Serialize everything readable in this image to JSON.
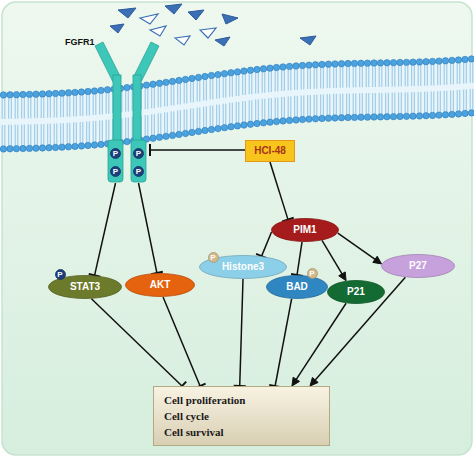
{
  "diagram": {
    "nodes": [
      {
        "text": [
          "FGFR1"
        ]
      },
      {
        "text": [
          "P"
        ],
        "in": 0
      },
      {
        "text": [
          "P"
        ],
        "in": 0
      },
      {
        "text": [
          "P"
        ],
        "in": 0
      },
      {
        "text": [
          "P"
        ],
        "in": 0
      },
      {
        "text": [
          "HCI-48"
        ]
      },
      {
        "text": [
          "PIM1"
        ]
      },
      {
        "text": [
          "Histone3"
        ]
      },
      {
        "text": [
          "P"
        ]
      },
      {
        "text": [
          "BAD"
        ]
      },
      {
        "text": [
          "P"
        ]
      },
      {
        "text": [
          "P21"
        ]
      },
      {
        "text": [
          "P27"
        ]
      },
      {
        "text": [
          "STAT3"
        ]
      },
      {
        "text": [
          "P"
        ]
      },
      {
        "text": [
          "AKT"
        ]
      },
      {
        "text": [
          "Cell proliferation",
          "Cell cycle",
          "Cell survival"
        ]
      }
    ],
    "edges": [
      {
        "from": 0,
        "to": 13,
        "arrow": "to"
      },
      {
        "from": 0,
        "to": 15,
        "arrow": "to"
      },
      {
        "from": 5,
        "to": 0,
        "arrow": "to"
      },
      {
        "from": 5,
        "to": 6,
        "arrow": "to"
      },
      {
        "from": 6,
        "to": 7,
        "arrow": "to"
      },
      {
        "from": 6,
        "to": 9,
        "arrow": "to"
      },
      {
        "from": 6,
        "to": 11,
        "arrow": "to"
      },
      {
        "from": 6,
        "to": 12,
        "arrow": "to"
      },
      {
        "from": 13,
        "to": 16,
        "arrow": "to"
      },
      {
        "from": 15,
        "to": 16,
        "arrow": "to"
      },
      {
        "from": 7,
        "to": 16,
        "arrow": "to"
      },
      {
        "from": 9,
        "to": 16,
        "arrow": "to"
      },
      {
        "from": 11,
        "to": 16,
        "arrow": "to"
      },
      {
        "from": 12,
        "to": 16,
        "arrow": "to"
      }
    ]
  }
}
